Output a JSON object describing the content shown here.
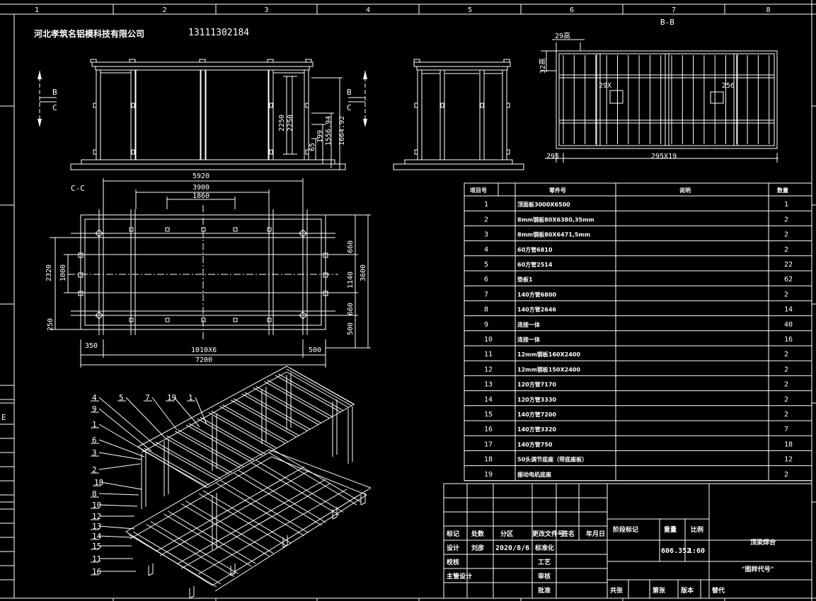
{
  "company": "河北孝筑名铝模科技有限公司",
  "phone": "13111302184",
  "border_col_numbers": [
    "1",
    "2",
    "3",
    "4",
    "5",
    "6",
    "7",
    "8"
  ],
  "left_edge_mark": "E",
  "views": {
    "section_bb": "B-B",
    "section_cc": "C-C",
    "mark_b": "B",
    "mark_c": "C"
  },
  "dims_front": [
    "2250",
    "2250",
    "65",
    "199",
    "1556.94",
    "1664.92"
  ],
  "dims_bb": [
    "29高",
    "32高",
    "29X",
    "256",
    "295",
    "295X19"
  ],
  "dims_cc": [
    "5920",
    "3900",
    "1860",
    "2320",
    "1000",
    "250",
    "660",
    "1140",
    "3600",
    "660",
    "500",
    "350",
    "1010X6",
    "500",
    "7200"
  ],
  "iso_callouts": [
    "4",
    "5",
    "7",
    "19",
    "1",
    "9",
    "1",
    "6",
    "3",
    "2",
    "18",
    "8",
    "10",
    "12",
    "13",
    "14",
    "15",
    "11",
    "16"
  ],
  "bom": {
    "headers": [
      "项目号",
      "零件号",
      "说明",
      "数量"
    ],
    "rows": [
      {
        "no": "1",
        "part": "顶面板3000X6500",
        "desc": "",
        "qty": "1"
      },
      {
        "no": "2",
        "part": "8mm钢板80X6380,35mm",
        "desc": "",
        "qty": "2"
      },
      {
        "no": "3",
        "part": "8mm钢板80X6471,5mm",
        "desc": "",
        "qty": "2"
      },
      {
        "no": "4",
        "part": "60方管6810",
        "desc": "",
        "qty": "2"
      },
      {
        "no": "5",
        "part": "60方管2514",
        "desc": "",
        "qty": "22"
      },
      {
        "no": "6",
        "part": "垫板1",
        "desc": "",
        "qty": "62"
      },
      {
        "no": "7",
        "part": "140方管6800",
        "desc": "",
        "qty": "2"
      },
      {
        "no": "8",
        "part": "140方管2646",
        "desc": "",
        "qty": "14"
      },
      {
        "no": "9",
        "part": "连接一体",
        "desc": "",
        "qty": "40"
      },
      {
        "no": "10",
        "part": "连接一体",
        "desc": "",
        "qty": "16"
      },
      {
        "no": "11",
        "part": "12mm钢板160X2400",
        "desc": "",
        "qty": "2"
      },
      {
        "no": "12",
        "part": "12mm钢板150X2400",
        "desc": "",
        "qty": "2"
      },
      {
        "no": "13",
        "part": "120方管7170",
        "desc": "",
        "qty": "2"
      },
      {
        "no": "14",
        "part": "120方管3330",
        "desc": "",
        "qty": "2"
      },
      {
        "no": "15",
        "part": "140方管7200",
        "desc": "",
        "qty": "2"
      },
      {
        "no": "16",
        "part": "140方管3320",
        "desc": "",
        "qty": "7"
      },
      {
        "no": "17",
        "part": "140方管750",
        "desc": "",
        "qty": "18"
      },
      {
        "no": "18",
        "part": "50头调节底座（带底座板）",
        "desc": "",
        "qty": "12"
      },
      {
        "no": "19",
        "part": "振动电机底座",
        "desc": "",
        "qty": "2"
      }
    ]
  },
  "title_block": {
    "labels": [
      "标记",
      "处数",
      "分区",
      "更改文件号",
      "签名",
      "年月日"
    ],
    "design": "设计",
    "designer": "刘彦",
    "date": "2020/8/6",
    "standardize": "标准化",
    "check": "校核",
    "process": "工艺",
    "chief": "主管设计",
    "review": "审核",
    "approve": "批准",
    "stage_mark": "阶段标记",
    "weight_label": "重量",
    "scale_label": "比例",
    "weight_scale": "606.352",
    "scale": "1:60",
    "sheets": "共张",
    "sheet_no": "第张",
    "version": "版本",
    "replace": "替代",
    "drawing_name": "顶梁焊合",
    "drawing_code": "\"图样代号\""
  },
  "colors": {
    "background": "#000000",
    "line": "#ffffff"
  }
}
